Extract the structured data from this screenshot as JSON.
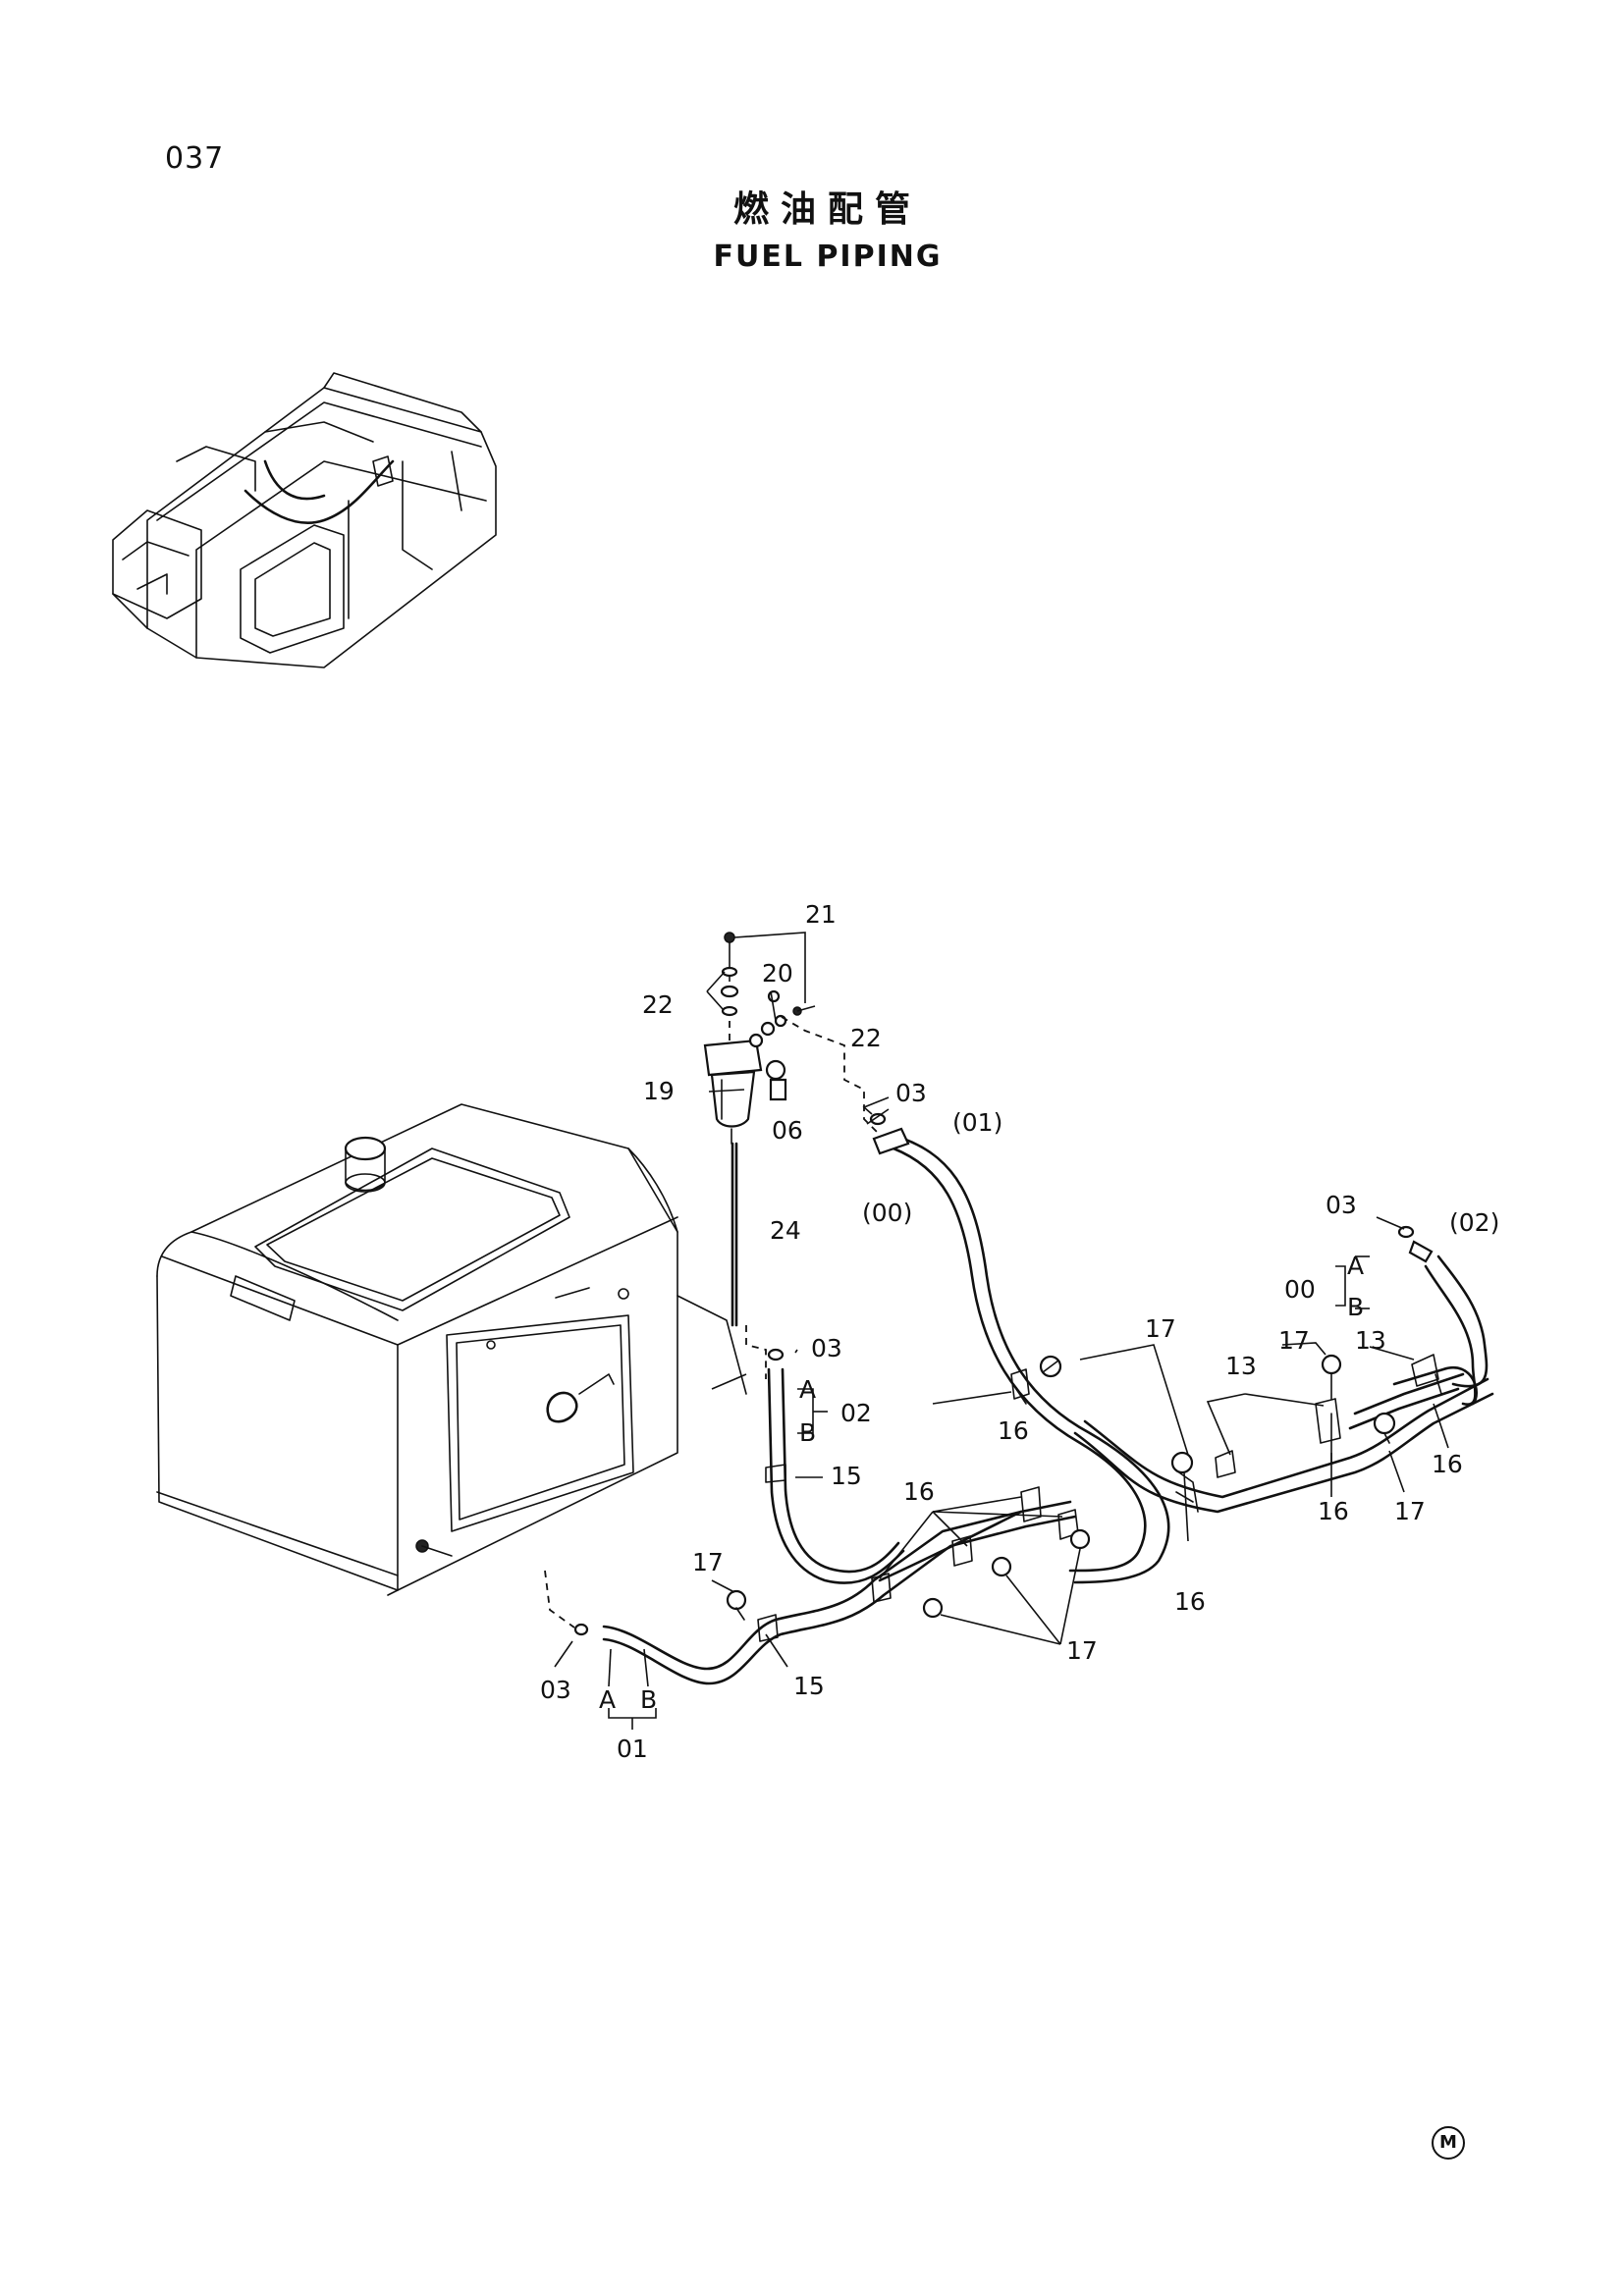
{
  "page_number": "037",
  "title_cn": "燃油配管",
  "title_en": "FUEL PIPING",
  "footer_mark": "M",
  "callouts": {
    "c21": "21",
    "c20": "20",
    "c22a": "22",
    "c22b": "22",
    "c19": "19",
    "c06": "06",
    "c03a": "03",
    "c01p": "(01)",
    "c00p": "(00)",
    "c24": "24",
    "c03b": "03",
    "c02p": "(02)",
    "c00": "00",
    "c00A": "A",
    "c00B": "B",
    "c03c": "03",
    "c02": "02",
    "c02A": "A",
    "c02B": "B",
    "c15a": "15",
    "c17a": "17",
    "c16a": "16",
    "c13a": "13",
    "c17b": "17",
    "c13b": "13",
    "c16b": "16",
    "c16c": "16",
    "c17c": "17",
    "c16d": "16",
    "c16e": "16",
    "c17d": "17",
    "c17e": "17",
    "c03d": "03",
    "c15b": "15",
    "c01A": "A",
    "c01B": "B",
    "c01": "01"
  }
}
